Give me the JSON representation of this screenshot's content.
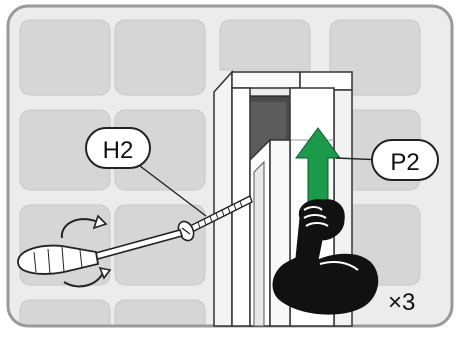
{
  "callouts": {
    "screw_label": "H2",
    "profile_label": "P2",
    "quantity": "×3"
  },
  "icons": {
    "screwdriver": "screwdriver-icon",
    "rotation": "rotate-arrow-icon",
    "push_direction": "up-arrow-icon",
    "strength": "flexed-arm-icon"
  },
  "colors": {
    "panel_border": "#9a9a9a",
    "tile": "#d9d9d9",
    "arrow_green": "#1a9a4a",
    "arm": "#111111",
    "outline": "#222222"
  }
}
